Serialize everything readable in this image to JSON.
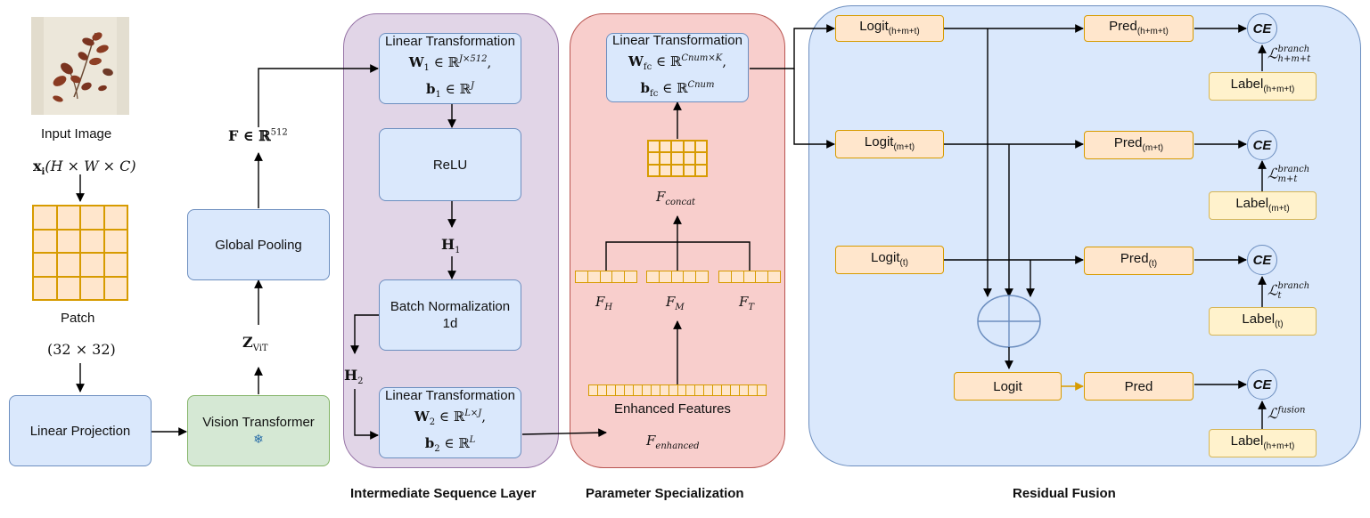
{
  "left": {
    "input_image_label": "Input Image",
    "input_dims": "x",
    "input_dims_sub": "i",
    "input_dims_rest": "(H × W × C)",
    "patch_label": "Patch",
    "patch_size": "(32 × 32)",
    "linear_projection": "Linear Projection",
    "vision_transformer": "Vision Transformer",
    "snowflake": "❄",
    "z_vit": "Z",
    "z_vit_sub": "ViT",
    "global_pooling": "Global Pooling",
    "f_feature": "F ∈ ℝ",
    "f_feature_sup": "512"
  },
  "intermediate": {
    "caption": "Intermediate Sequence Layer",
    "lt1_title": "Linear Transformation",
    "lt1_line1": "W",
    "lt1_line1_sub": "1",
    "lt1_line1_rest": " ∈ ℝ",
    "lt1_line1_sup": "J×512",
    "lt1_line2": "b",
    "lt1_line2_sub": "1",
    "lt1_line2_rest": " ∈ ℝ",
    "lt1_line2_sup": "J",
    "relu": "ReLU",
    "h1": "H",
    "h1_sub": "1",
    "batchnorm_line1": "Batch Normalization",
    "batchnorm_line2": "1d",
    "h2": "H",
    "h2_sub": "2",
    "lt2_title": "Linear Transformation",
    "lt2_line1": "W",
    "lt2_line1_sub": "2",
    "lt2_line1_rest": " ∈ ℝ",
    "lt2_line1_sup": "L×J",
    "lt2_line2": "b",
    "lt2_line2_sub": "2",
    "lt2_line2_rest": " ∈ ℝ",
    "lt2_line2_sup": "L"
  },
  "specialization": {
    "caption": "Parameter Specialization",
    "lt_title": "Linear Transformation",
    "lt_line1": "W",
    "lt_line1_sub": "fc",
    "lt_line1_rest": " ∈ ℝ",
    "lt_line1_sup": "Cnum×K",
    "lt_line2": "b",
    "lt_line2_sub": "fc",
    "lt_line2_rest": " ∈ ℝ",
    "lt_line2_sup": "Cnum",
    "f_concat": "F",
    "f_concat_sub": "concat",
    "f_h": "F",
    "f_h_sub": "H",
    "f_m": "F",
    "f_m_sub": "M",
    "f_t": "F",
    "f_t_sub": "T",
    "enhanced_features": "Enhanced Features",
    "f_enhanced": "F",
    "f_enhanced_sub": "enhanced"
  },
  "fusion": {
    "caption": "Residual Fusion",
    "logit_hmt": "Logit",
    "logit_hmt_sub": "(h+m+t)",
    "logit_mt": "Logit",
    "logit_mt_sub": "(m+t)",
    "logit_t": "Logit",
    "logit_t_sub": "(t)",
    "logit": "Logit",
    "pred_hmt": "Pred",
    "pred_hmt_sub": "(h+m+t)",
    "pred_mt": "Pred",
    "pred_mt_sub": "(m+t)",
    "pred_t": "Pred",
    "pred_t_sub": "(t)",
    "pred": "Pred",
    "ce": "CE",
    "loss_branch_hmt": "ℒ",
    "loss_branch_hmt_sup": "branch",
    "loss_branch_hmt_sub": "h+m+t",
    "loss_branch_mt": "ℒ",
    "loss_branch_mt_sup": "branch",
    "loss_branch_mt_sub": "m+t",
    "loss_branch_t": "ℒ",
    "loss_branch_t_sup": "branch",
    "loss_branch_t_sub": "t",
    "loss_fusion": "ℒ",
    "loss_fusion_sup": "fusion",
    "label_hmt": "Label",
    "label_hmt_sub": "(h+m+t)",
    "label_mt": "Label",
    "label_mt_sub": "(m+t)",
    "label_t": "Label",
    "label_t_sub": "(t)",
    "label_fusion": "Label",
    "label_fusion_sub": "(h+m+t)"
  },
  "colors": {
    "blue_fill": "#dae8fc",
    "blue_stroke": "#6c8ebf",
    "green_fill": "#d5e8d4",
    "orange_fill": "#ffe6cc",
    "orange_stroke": "#d79b00",
    "yellow_fill": "#fff2cc",
    "purple_panel": "#e1d5e7",
    "red_panel": "#f8cecc",
    "fusion_panel": "#dae8fc"
  }
}
